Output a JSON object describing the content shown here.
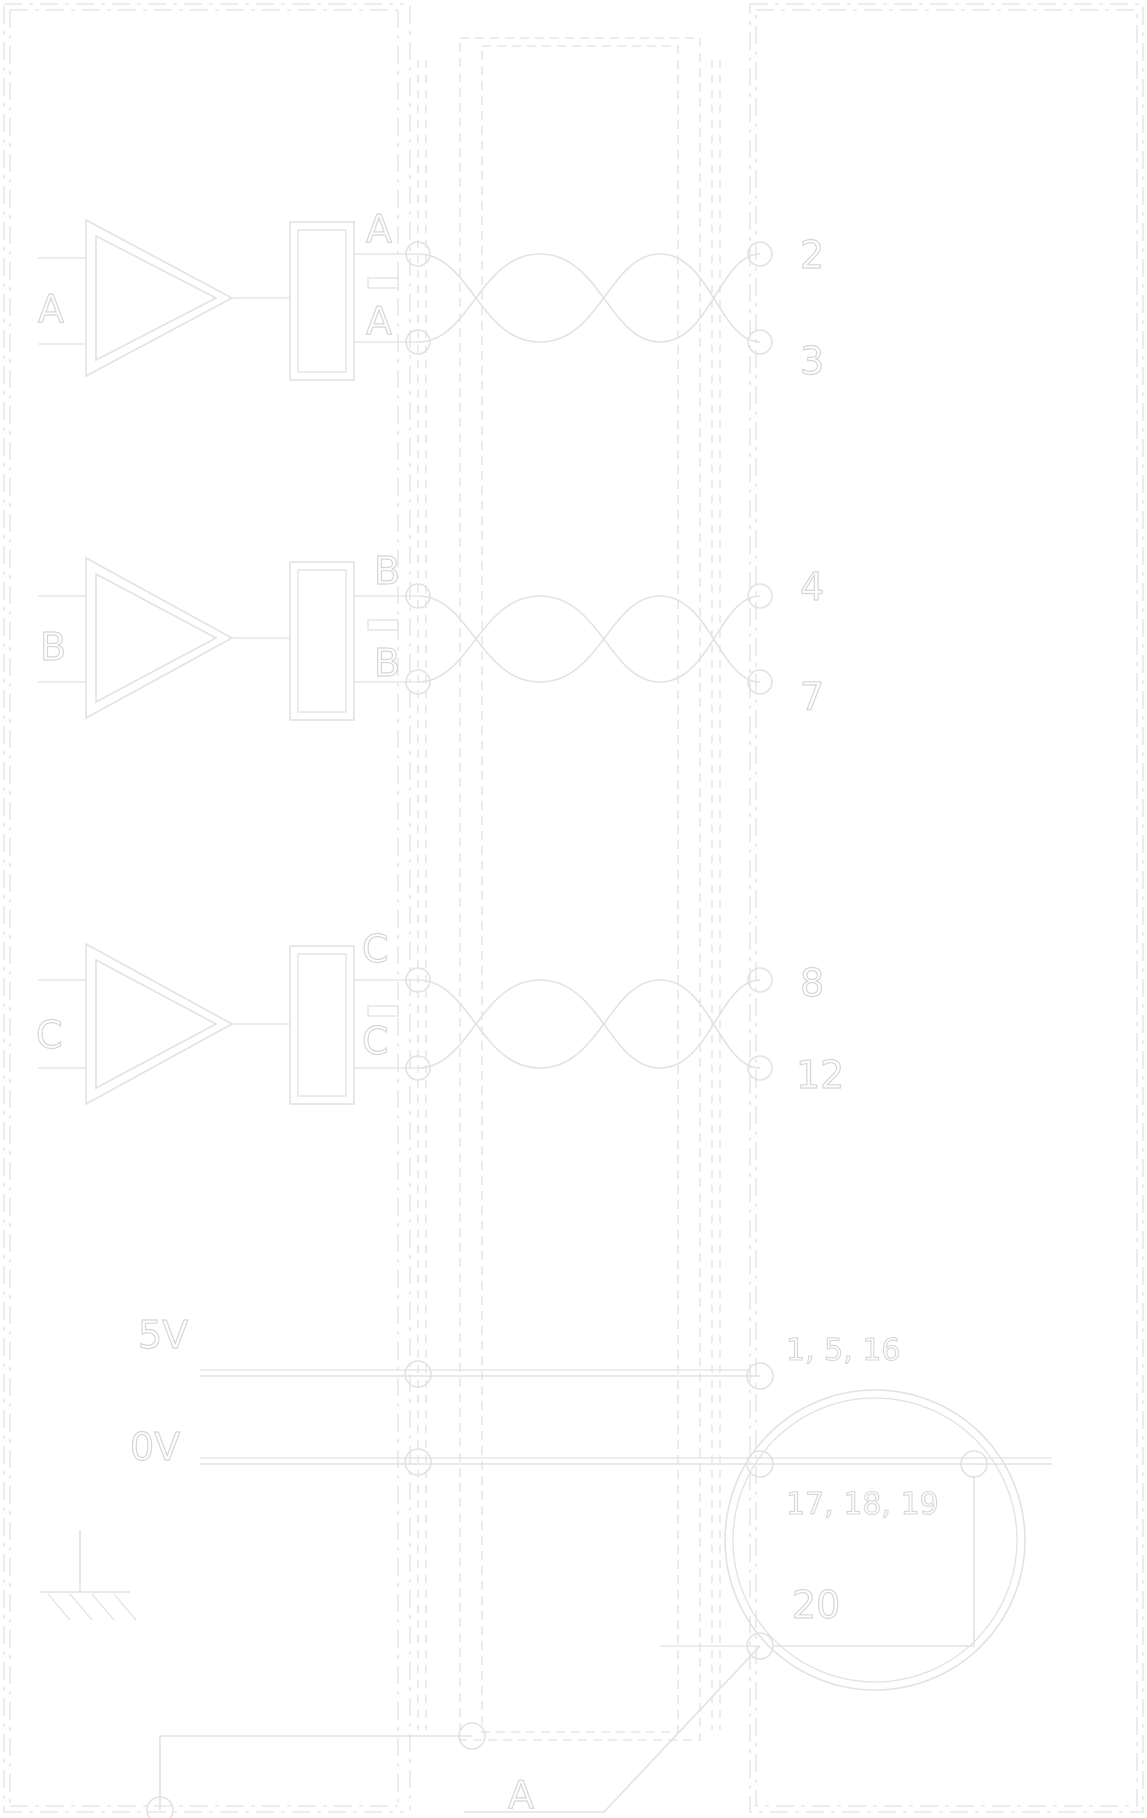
{
  "channels": [
    {
      "id": "a",
      "input_label": "A",
      "pos_label": "A",
      "neg_label": "A",
      "pin_top": "2",
      "pin_bottom": "3"
    },
    {
      "id": "b",
      "input_label": "B",
      "pos_label": "B",
      "neg_label": "B",
      "pin_top": "4",
      "pin_bottom": "7"
    },
    {
      "id": "c",
      "input_label": "C",
      "pos_label": "C",
      "neg_label": "C",
      "pin_top": "8",
      "pin_bottom": "12"
    }
  ],
  "power": {
    "supply_label": "5V",
    "supply_pins": "1, 5, 16",
    "ground_label": "0V",
    "ground_pins": "17, 18, 19",
    "shield_pin": "20"
  },
  "callout_label": "A",
  "colors": {
    "line": "#e2e2e2",
    "background": "#ffffff"
  },
  "icons": [
    "buffer-amplifier-icon",
    "line-driver-icon",
    "twisted-pair-icon",
    "earth-ground-icon",
    "terminal-icon"
  ]
}
